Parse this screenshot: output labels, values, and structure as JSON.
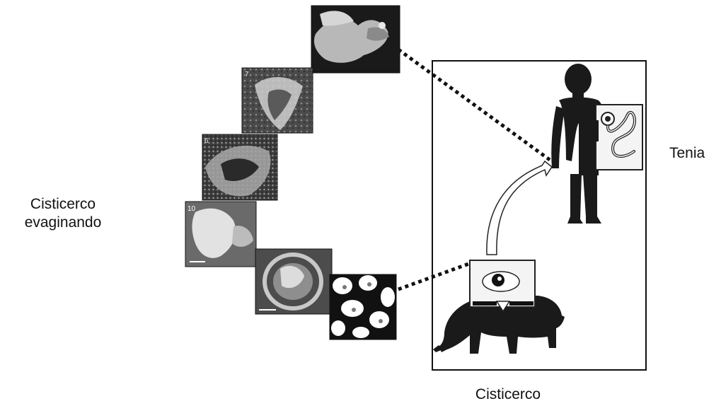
{
  "labels": {
    "cisticerco_evaginando_line1": "Cisticerco",
    "cisticerco_evaginando_line2": "evaginando",
    "tenia": "Tenia",
    "cisticerco": "Cisticerco"
  },
  "micrographs": [
    {
      "id": "photo-1",
      "tag": ""
    },
    {
      "id": "photo-2",
      "tag": "7"
    },
    {
      "id": "photo-3",
      "tag": "6"
    },
    {
      "id": "photo-4",
      "tag": "10"
    },
    {
      "id": "photo-5",
      "tag": ""
    },
    {
      "id": "photo-6",
      "tag": ""
    }
  ],
  "colors": {
    "silhouette": "#1a1a1a",
    "frame": "#111111",
    "arrow_fill": "#ffffff",
    "dots": "#111111"
  }
}
